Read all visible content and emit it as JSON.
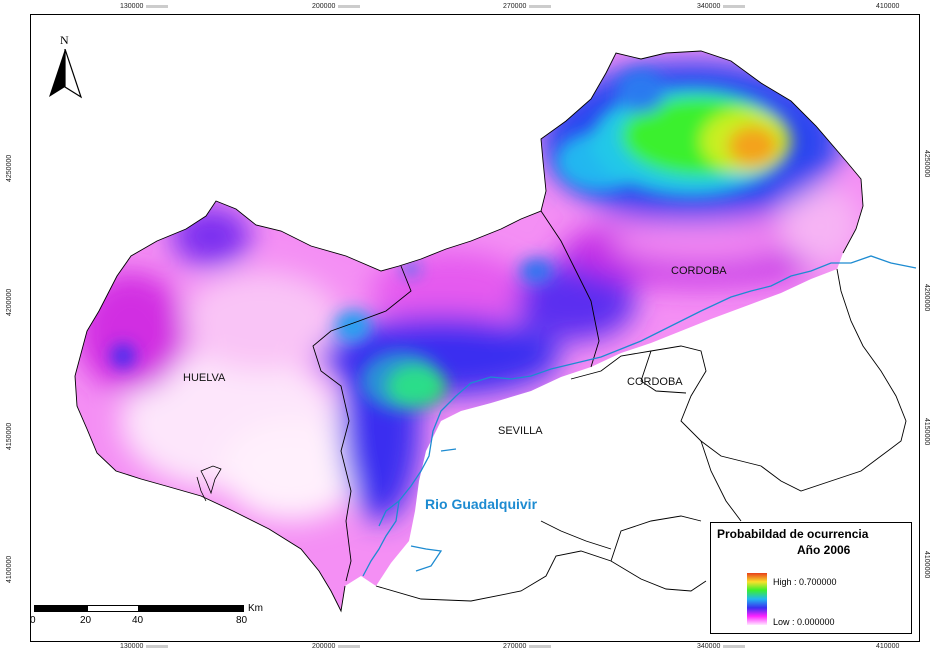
{
  "axes": {
    "x_ticks": [
      "130000",
      "200000",
      "270000",
      "340000",
      "410000"
    ],
    "y_ticks": [
      "4250000",
      "4200000",
      "4150000",
      "4100000"
    ]
  },
  "north_arrow": {
    "label": "N"
  },
  "map_labels": {
    "huelva": "HUELVA",
    "sevilla": "SEVILLA",
    "cordoba_upper": "CORDOBA",
    "cordoba_lower": "CORDOBA",
    "river": "Rio Guadalquivir"
  },
  "legend": {
    "title": "Probabildad de ocurrencia",
    "year": "Año 2006",
    "high": "High : 0.700000",
    "low": "Low : 0.000000",
    "colors": [
      "#e8401a",
      "#f9e12b",
      "#3bf02d",
      "#22b7f0",
      "#3a2ff0",
      "#ff23ff",
      "#ffe8ff"
    ]
  },
  "scale_bar": {
    "unit": "Km",
    "labels": [
      "0",
      "20",
      "40",
      "80"
    ]
  },
  "colors": {
    "river": "#1d8bd1",
    "boundary": "#000000"
  }
}
